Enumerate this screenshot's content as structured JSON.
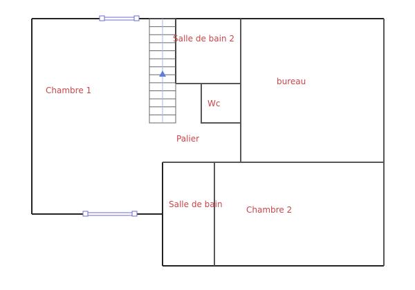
{
  "rooms": {
    "chambre1": "Chambre 1",
    "salle_de_bain_2": "Salle de bain 2",
    "bureau": "bureau",
    "wc": "Wc",
    "palier": "Palier",
    "salle_de_bain": "Salle de bain",
    "chambre2": "Chambre 2"
  },
  "colors": {
    "label": "#c8454a",
    "wall": "#555555",
    "window": "#6a6ad0",
    "stair_arrow": "#5b7fe0"
  }
}
